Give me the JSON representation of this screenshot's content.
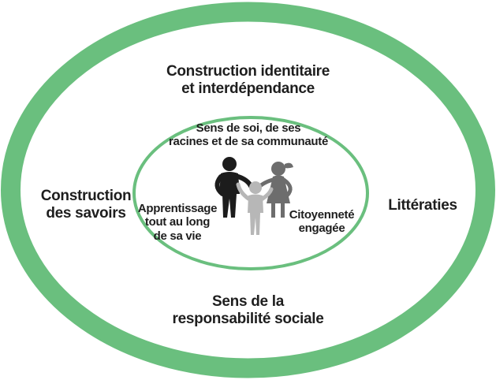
{
  "outer": {
    "top": [
      "Construction identitaire",
      "et interdépendance"
    ],
    "bottom": [
      "Sens de la",
      "responsabilité sociale"
    ],
    "left": [
      "Construction",
      "des savoirs"
    ],
    "right": [
      "Littératies"
    ]
  },
  "inner": {
    "top": [
      "Sens de soi, de ses",
      "racines et de sa communauté"
    ],
    "left": [
      "Apprentissage",
      "tout au long",
      "de sa vie"
    ],
    "right": [
      "Citoyenneté",
      "engagée"
    ]
  },
  "colors": {
    "ring": "#6abf7e",
    "text": "#1e1e1e",
    "figure_dark": "#1c1c1c",
    "figure_mid": "#6d6d6d",
    "figure_light": "#b7b7b7"
  },
  "icons": [
    "people-holding-hands-icon"
  ]
}
